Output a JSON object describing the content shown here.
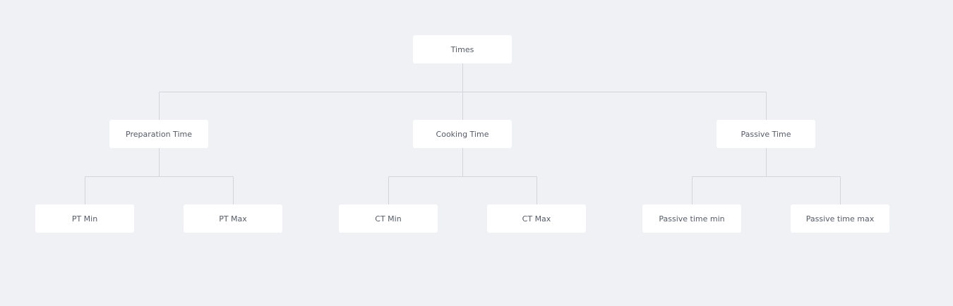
{
  "diagram": {
    "root": {
      "label": "Times"
    },
    "groups": [
      {
        "label": "Preparation Time",
        "children": [
          {
            "label": "PT Min"
          },
          {
            "label": "PT Max"
          }
        ]
      },
      {
        "label": "Cooking Time",
        "children": [
          {
            "label": "CT Min"
          },
          {
            "label": "CT Max"
          }
        ]
      },
      {
        "label": "Passive Time",
        "children": [
          {
            "label": "Passive time min"
          },
          {
            "label": "Passive time max"
          }
        ]
      }
    ]
  },
  "colors": {
    "background": "#f0f1f5",
    "node": "#ffffff",
    "text": "#555b66",
    "connector": "#d3d5db"
  }
}
